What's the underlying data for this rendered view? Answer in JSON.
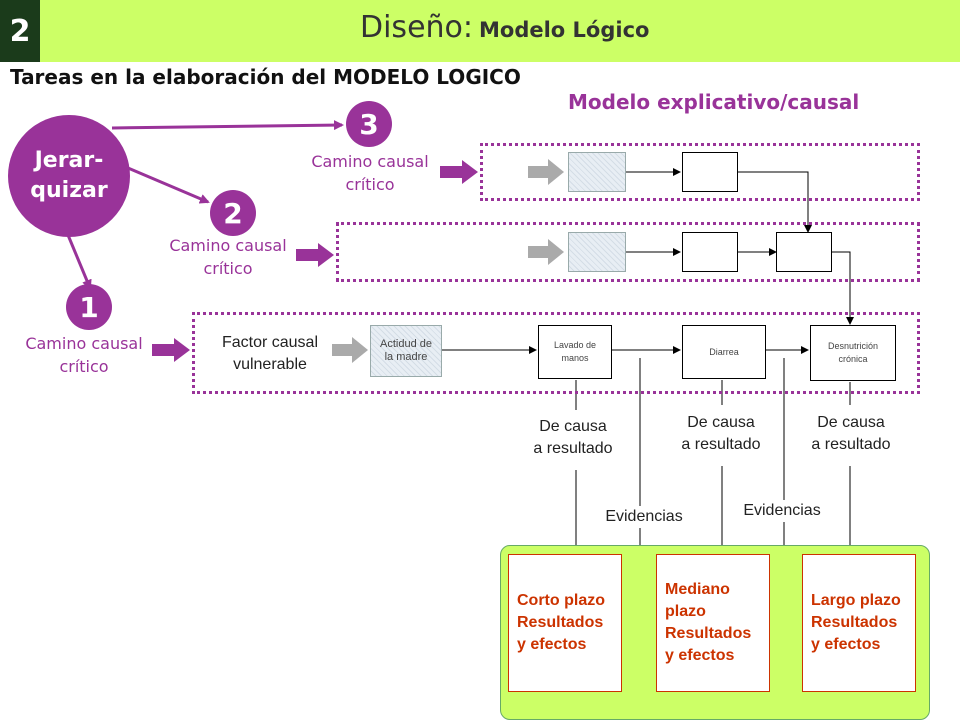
{
  "header": {
    "badge": "2",
    "title_main": "Diseño:",
    "title_sub": "Modelo Lógico",
    "bar_color": "#ccff66",
    "badge_color": "#1b3b1b"
  },
  "subtitle": "Tareas en la elaboración del MODELO LOGICO",
  "model_title": "Modelo explicativo/causal",
  "jerar": {
    "line1": "Jerar-",
    "line2": "quizar"
  },
  "paths": [
    {
      "number": "3",
      "line1": "Camino causal",
      "line2": "crítico"
    },
    {
      "number": "2",
      "line1": "Camino causal",
      "line2": "crítico"
    },
    {
      "number": "1",
      "line1": "Camino causal",
      "line2": "crítico"
    }
  ],
  "row1": {
    "factor_line1": "Factor causal",
    "factor_line2": "vulnerable",
    "boxes": [
      {
        "line1": "Actidud de",
        "line2": "la madre"
      },
      {
        "line1": "Lavado de",
        "line2": "manos"
      },
      {
        "line1": "Diarrea",
        "line2": ""
      },
      {
        "line1": "Desnutrición",
        "line2": "crónica"
      }
    ]
  },
  "labels": {
    "cause_result": [
      {
        "line1": "De causa",
        "line2": "a resultado"
      },
      {
        "line1": "De causa",
        "line2": "a resultado"
      },
      {
        "line1": "De causa",
        "line2": "a resultado"
      }
    ],
    "evidence": [
      "Evidencias",
      "Evidencias"
    ]
  },
  "results": [
    {
      "line1": "Corto plazo",
      "line2": "Resultados",
      "line3": "y efectos",
      "line4": ""
    },
    {
      "line1": "Mediano",
      "line2": "plazo",
      "line3": "Resultados",
      "line4": "y efectos"
    },
    {
      "line1": "Largo plazo",
      "line2": "Resultados",
      "line3": "y efectos",
      "line4": ""
    }
  ],
  "colors": {
    "purple": "#993399",
    "result_red": "#cc3300",
    "panel_green": "#ccff66"
  }
}
